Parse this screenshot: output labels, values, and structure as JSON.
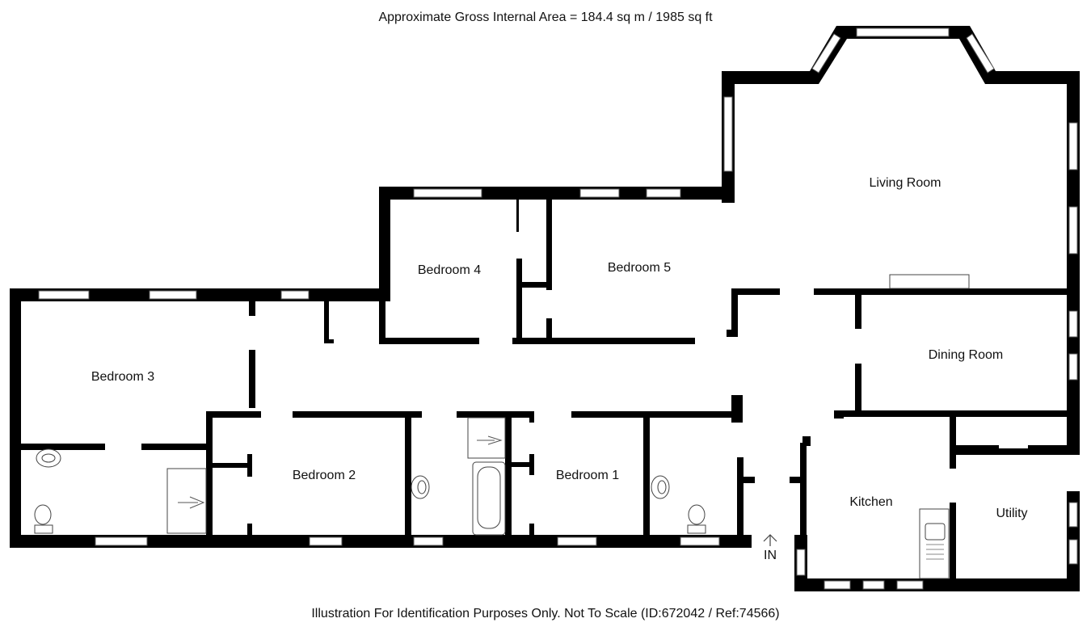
{
  "header": {
    "area_text": "Approximate Gross Internal Area = 184.4 sq m / 1985 sq ft"
  },
  "footer": {
    "disclaimer": "Illustration For Identification Purposes Only. Not To Scale (ID:672042 / Ref:74566)"
  },
  "rooms": {
    "living_room": "Living Room",
    "dining_room": "Dining Room",
    "bedroom_1": "Bedroom 1",
    "bedroom_2": "Bedroom 2",
    "bedroom_3": "Bedroom 3",
    "bedroom_4": "Bedroom 4",
    "bedroom_5": "Bedroom 5",
    "kitchen": "Kitchen",
    "utility": "Utility"
  },
  "entrance": {
    "label": "IN"
  }
}
